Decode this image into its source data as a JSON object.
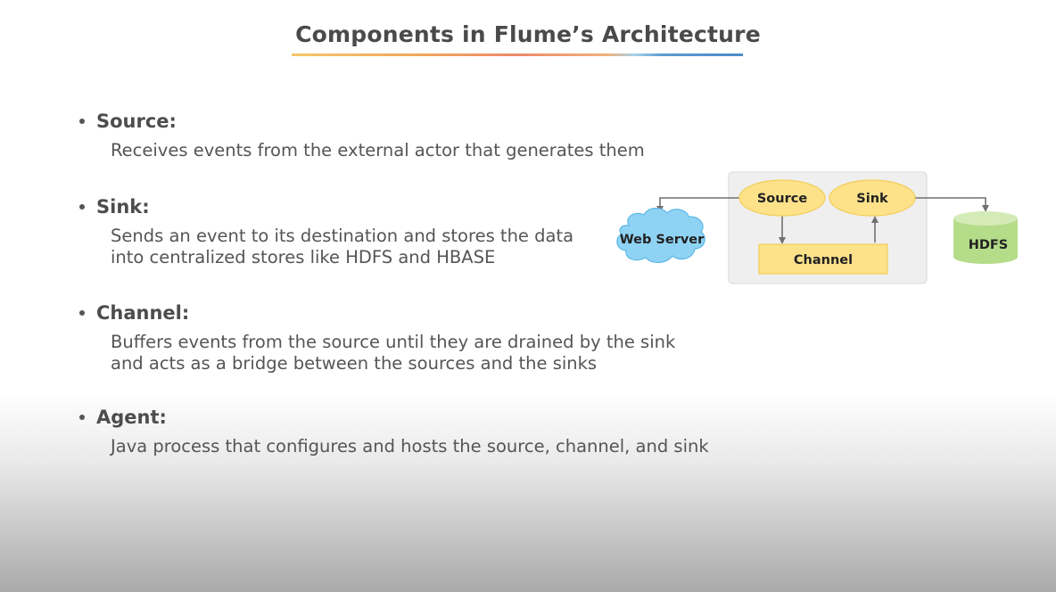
{
  "slide": {
    "title": "Components in Flume’s Architecture"
  },
  "bullets": [
    {
      "term": "Source:",
      "lines": [
        "Receives events from the external actor that generates them"
      ]
    },
    {
      "term": "Sink:",
      "lines": [
        "Sends an event to its destination and stores the data",
        "into centralized stores like HDFS and HBASE"
      ]
    },
    {
      "term": "Channel:",
      "lines": [
        "Buffers events from the source until they are drained by the sink",
        "and acts as a bridge between the sources and the sinks"
      ]
    },
    {
      "term": "Agent:",
      "lines": [
        "Java process that configures and hosts the source, channel, and sink"
      ]
    }
  ],
  "diagram": {
    "web_server_label": "Web Server",
    "source_label": "Source",
    "sink_label": "Sink",
    "channel_label": "Channel",
    "hdfs_label": "HDFS",
    "colors": {
      "cloud_fill": "#8fd3f4",
      "cloud_stroke": "#5bb8e6",
      "node_fill": "#fde28a",
      "node_stroke": "#f3cd5c",
      "agent_box_fill": "#efefef",
      "agent_box_stroke": "#d9d9d9",
      "cylinder_fill": "#b5dc89",
      "cylinder_top": "#d4ebb8",
      "arrow": "#707070"
    }
  }
}
